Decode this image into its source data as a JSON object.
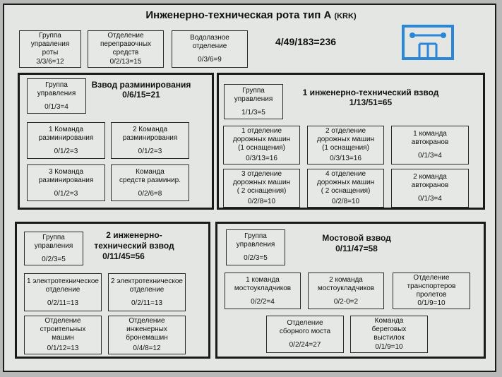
{
  "title": "Инженерно-техническая рота тип А",
  "title_suffix": "(KRK)",
  "formula": "4/49/183=236",
  "top_units": [
    {
      "lines": [
        "Группа",
        "управления",
        "роты"
      ],
      "formula": "3/3/6=12"
    },
    {
      "lines": [
        "Отделение",
        "переправочных",
        "средств"
      ],
      "formula": "0/2/13=15"
    },
    {
      "lines": [
        "Водолазное",
        "отделение"
      ],
      "formula": "0/3/6=9"
    }
  ],
  "demining_platoon": {
    "title": "Взвод разминирования",
    "formula": "0/6/15=21",
    "units": [
      {
        "lines": [
          "Группа",
          "управления"
        ],
        "formula": "0/1/3=4"
      },
      {
        "lines": [
          "1 Команда",
          "разминирования"
        ],
        "formula": "0/1/2=3"
      },
      {
        "lines": [
          "2 Команда",
          "разминирования"
        ],
        "formula": "0/1/2=3"
      },
      {
        "lines": [
          "3  Команда",
          "разминирования"
        ],
        "formula": "0/1/2=3"
      },
      {
        "lines": [
          "Команда",
          "средств разминир."
        ],
        "formula": "0/2/6=8"
      }
    ]
  },
  "platoon1": {
    "title": "1 инженерно-технический взвод",
    "formula": "1/13/51=65",
    "units": [
      {
        "lines": [
          "Группа",
          "управления"
        ],
        "formula": "1/1/3=5"
      },
      {
        "lines": [
          "1 отделение",
          "дорожных машин",
          "(1 оснащения)"
        ],
        "formula": "0/3/13=16"
      },
      {
        "lines": [
          "2  отделение",
          "дорожных машин",
          "(1 оснащения)"
        ],
        "formula": "0/3/13=16"
      },
      {
        "lines": [
          "1 команда",
          "автокранов"
        ],
        "formula": "0/1/3=4"
      },
      {
        "lines": [
          "3  отделение",
          "дорожных машин",
          "( 2 оснащения)"
        ],
        "formula": "0/2/8=10"
      },
      {
        "lines": [
          "4 отделение",
          "дорожных машин",
          "( 2 оснащения)"
        ],
        "formula": "0/2/8=10"
      },
      {
        "lines": [
          "2 команда",
          "автокранов"
        ],
        "formula": "0/1/3=4"
      }
    ]
  },
  "platoon2": {
    "title_line1": "2 инженерно-",
    "title_line2": "технический взвод",
    "formula": "0/11/45=56",
    "units": [
      {
        "lines": [
          "Группа",
          "управления"
        ],
        "formula": "0/2/3=5"
      },
      {
        "lines": [
          "1 электротехническое",
          "отделение"
        ],
        "formula": "0/2/11=13"
      },
      {
        "lines": [
          "2 электротехническое",
          "отделение"
        ],
        "formula": "0/2/11=13"
      },
      {
        "lines": [
          "Отделение",
          "строительных",
          "машин"
        ],
        "formula": "0/1/12=13"
      },
      {
        "lines": [
          "Отделение",
          "инженерных",
          "бронемашин"
        ],
        "formula": "0/4/8=12"
      }
    ]
  },
  "bridge_platoon": {
    "title": "Мостовой взвод",
    "formula": "0/11/47=58",
    "units": [
      {
        "lines": [
          "Группа",
          "управления"
        ],
        "formula": "0/2/3=5"
      },
      {
        "lines": [
          "1  команда",
          "мостоукладчиков"
        ],
        "formula": "0/2/2=4"
      },
      {
        "lines": [
          "2  команда",
          "мостоукладчиков"
        ],
        "formula": "0/2-0=2"
      },
      {
        "lines": [
          "Отделение",
          "транспортеров",
          "пролетов"
        ],
        "formula": "0/1/9=10"
      },
      {
        "lines": [
          "Отделение",
          "сборного моста"
        ],
        "formula": "0/2/24=27"
      },
      {
        "lines": [
          "Команда",
          "береговых",
          "выстилок"
        ],
        "formula": "0/1/9=10"
      }
    ]
  },
  "emblem": {
    "name": "engineer-symbol",
    "color": "#2a86d8"
  }
}
